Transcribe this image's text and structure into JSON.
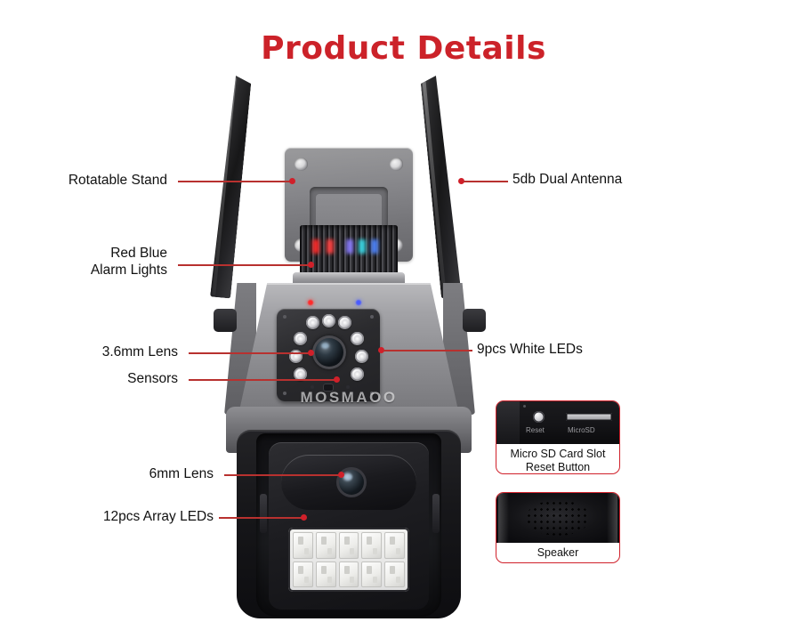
{
  "page": {
    "title": "Product Details",
    "title_color": "#cc2229",
    "background": "#ffffff"
  },
  "product": {
    "brand_text": "MOSMAOO",
    "type": "dual-lens PTZ security camera"
  },
  "callouts": [
    {
      "id": "rotatable-stand",
      "label": "Rotatable Stand",
      "side": "left"
    },
    {
      "id": "red-blue-alarm",
      "label_line1": "Red Blue",
      "label_line2": "Alarm Lights",
      "side": "left"
    },
    {
      "id": "lens-36mm",
      "label": "3.6mm Lens",
      "side": "left"
    },
    {
      "id": "sensors",
      "label": "Sensors",
      "side": "left"
    },
    {
      "id": "lens-6mm",
      "label": "6mm Lens",
      "side": "left"
    },
    {
      "id": "array-leds",
      "label": "12pcs Array LEDs",
      "side": "left"
    },
    {
      "id": "dual-antenna",
      "label": "5db Dual Antenna",
      "side": "right"
    },
    {
      "id": "white-leds",
      "label": "9pcs White LEDs",
      "side": "right"
    }
  ],
  "insets": [
    {
      "id": "sd-reset",
      "caption_line1": "Micro SD Card Slot",
      "caption_line2": "Reset Button",
      "part_labels": {
        "reset": "Reset",
        "microsd": "MicroSD"
      },
      "border_color": "#d0202a"
    },
    {
      "id": "speaker",
      "caption_line1": "Speaker",
      "border_color": "#d0202a"
    }
  ],
  "counts": {
    "white_leds": 9,
    "array_leds": 12,
    "antennas": 2,
    "lenses": 2
  },
  "colors": {
    "title_red": "#cc2229",
    "leader_red": "#b8312f",
    "dot_red": "#d0202a",
    "label_text": "#111111",
    "body_silver": "#a3a3a7",
    "body_black": "#17171a"
  }
}
